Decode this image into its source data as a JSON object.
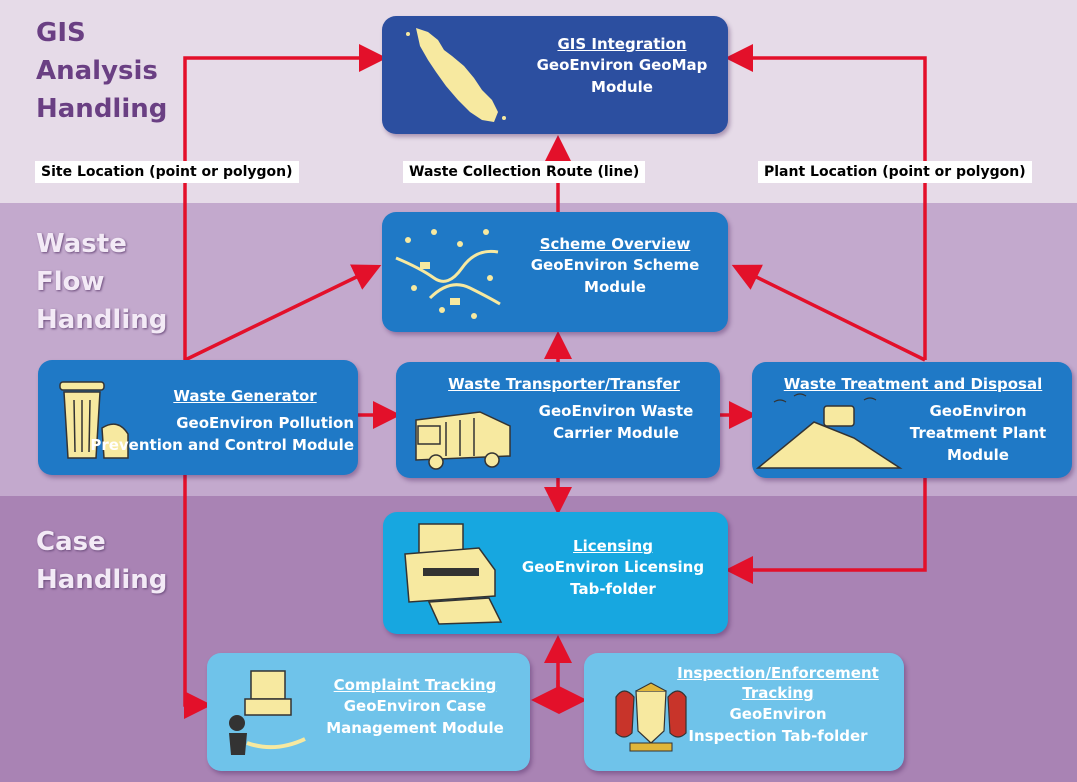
{
  "sections": {
    "gis": "GIS\nAnalysis\nHandling",
    "waste": "Waste\nFlow\nHandling",
    "case": "Case\nHandling"
  },
  "labels": {
    "site_location": "Site Location (point or polygon)",
    "waste_route": "Waste Collection Route (line)",
    "plant_location": "Plant Location (point or polygon)"
  },
  "nodes": {
    "gis_integration": {
      "title": "GIS Integration",
      "text": "GeoEnviron GeoMap\nModule"
    },
    "scheme_overview": {
      "title": "Scheme Overview",
      "text": "GeoEnviron Scheme\nModule"
    },
    "waste_generator": {
      "title": "Waste Generator",
      "text": "GeoEnviron Pollution\nPrevention and Control Module"
    },
    "waste_transporter": {
      "title": "Waste Transporter/Transfer",
      "text": "GeoEnviron Waste\nCarrier Module"
    },
    "waste_treatment": {
      "title": "Waste Treatment and Disposal",
      "text": "GeoEnviron\nTreatment Plant\nModule"
    },
    "licensing": {
      "title": "Licensing",
      "text": "GeoEnviron Licensing\nTab-folder"
    },
    "complaint_tracking": {
      "title": "Complaint Tracking",
      "text": "GeoEnviron Case\nManagement Module"
    },
    "inspection_tracking": {
      "title": "Inspection/Enforcement\nTracking",
      "text": "GeoEnviron\nInspection Tab-folder"
    }
  },
  "colors": {
    "arrow": "#e3102a",
    "band_gis": "#e6dbe8",
    "band_waste": "#c3a9cd",
    "band_case": "#a983b4",
    "box_dark": "#2c4fa0",
    "box_mid": "#1f79c6",
    "box_light": "#17a7e0",
    "box_pale": "#6fc3ea",
    "icon_fill": "#f7e9a0"
  }
}
